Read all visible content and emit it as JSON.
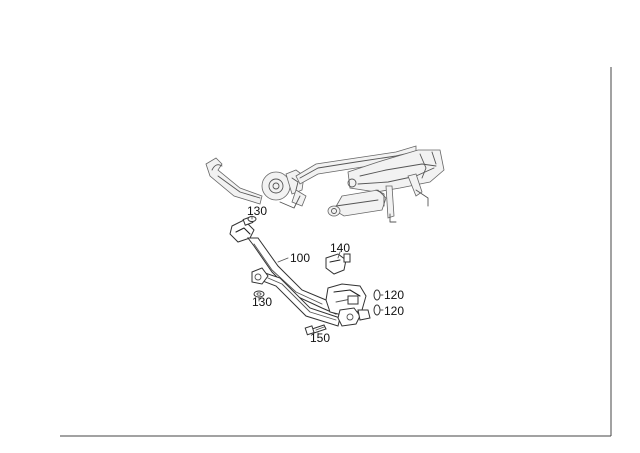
{
  "callouts": {
    "c130_top": "130",
    "c140": "140",
    "c100": "100",
    "c130_bottom": "130",
    "c120_top": "120",
    "c120_bottom": "120",
    "c150": "150"
  }
}
